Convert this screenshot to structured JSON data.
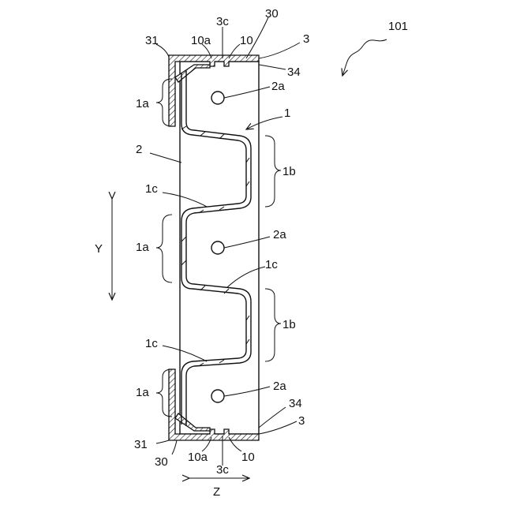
{
  "figure_ref": "101",
  "labels": {
    "l_31_top": "31",
    "l_10a_top": "10a",
    "l_3c_top": "3c",
    "l_10_top": "10",
    "l_30_top": "30",
    "l_3_top": "3",
    "l_34_top": "34",
    "l_1a_top": "1a",
    "l_2a_top": "2a",
    "l_1_top": "1",
    "l_2": "2",
    "l_1b_upper": "1b",
    "l_1c_upper": "1c",
    "l_1a_mid": "1a",
    "l_2a_mid": "2a",
    "l_1c_mid": "1c",
    "l_1b_lower": "1b",
    "l_1c_lower": "1c",
    "l_1a_bot": "1a",
    "l_2a_bot": "2a",
    "l_34_bot": "34",
    "l_3_bot": "3",
    "l_31_bot": "31",
    "l_30_bot": "30",
    "l_10a_bot": "10a",
    "l_10_bot": "10",
    "l_3c_bot": "3c"
  },
  "axes": {
    "y_label": "Y",
    "z_label": "Z"
  }
}
